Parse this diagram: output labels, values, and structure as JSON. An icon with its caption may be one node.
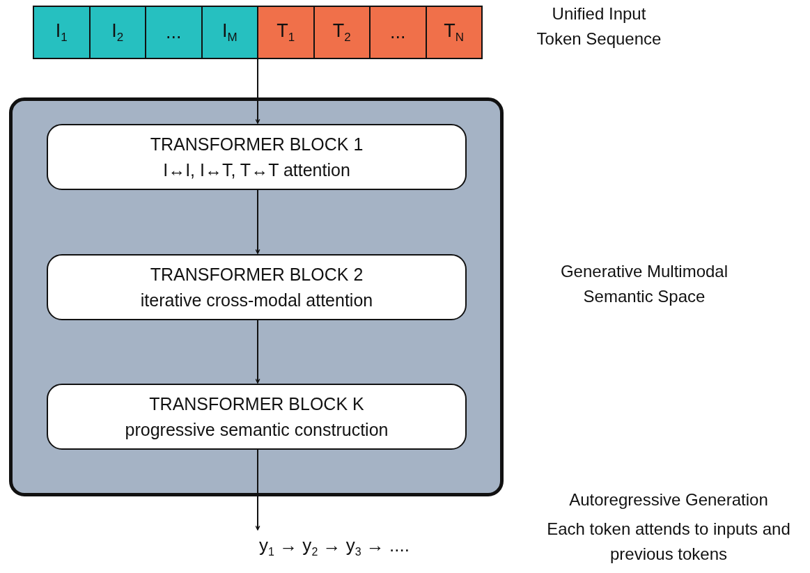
{
  "diagram": {
    "nodes": [
      {
        "text": [],
        "shape": "bar",
        "beside": [
          "Unified Input Token Sequence"
        ]
      },
      {
        "text": [
          "I$_{1}$"
        ],
        "in": 0
      },
      {
        "text": [
          "I$_{2}$"
        ],
        "in": 0
      },
      {
        "text": [
          "..."
        ],
        "in": 0
      },
      {
        "text": [
          "I$_{M}$"
        ],
        "in": 0
      },
      {
        "text": [
          "T$_{1}$"
        ],
        "in": 0
      },
      {
        "text": [
          "T$_{2}$"
        ],
        "in": 0
      },
      {
        "text": [
          "..."
        ],
        "in": 0
      },
      {
        "text": [
          "T$_{N}$"
        ],
        "in": 0
      },
      {
        "text": [],
        "shape": "box",
        "beside": [
          "Generative Multimodal Semantic Space"
        ]
      },
      {
        "text": [
          "TRANSFORMER BLOCK 1",
          "I↔I, I↔T, T↔T attention"
        ],
        "in": 9
      },
      {
        "text": [
          "TRANSFORMER BLOCK 2",
          "iterative cross-modal attention"
        ],
        "in": 9
      },
      {
        "text": [
          "TRANSFORMER BLOCK K",
          "progressive semantic construction"
        ],
        "in": 9
      },
      {
        "text": [
          "y$_{1}$ → y$_{2}$ → y$_{3}$ → ...."
        ]
      }
    ],
    "edges": [
      {
        "from": 0,
        "to": 10,
        "arrow": "to"
      },
      {
        "from": 10,
        "to": 11,
        "arrow": "to"
      },
      {
        "from": 11,
        "to": 12,
        "arrow": "to"
      },
      {
        "from": 12,
        "to": 13,
        "arrow": "to"
      }
    ],
    "labels": [
      "Autoregressive Generation",
      "Each token attends to inputs and previous tokens"
    ]
  }
}
